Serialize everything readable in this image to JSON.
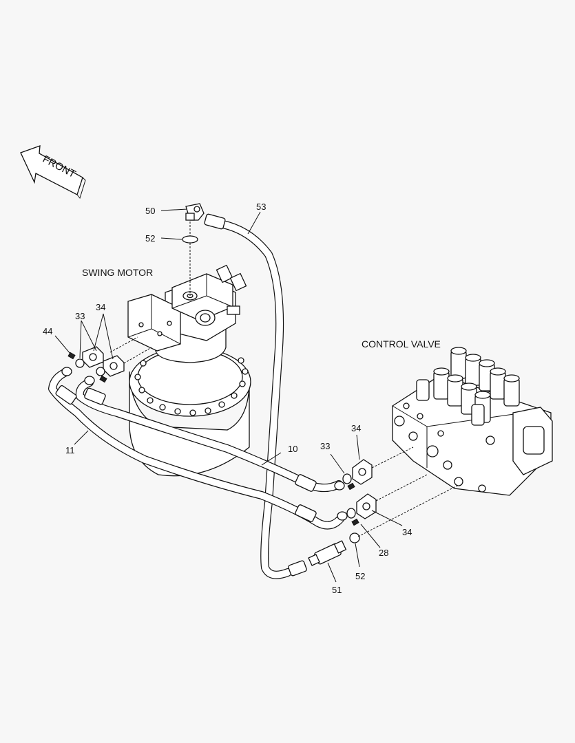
{
  "diagram": {
    "front_label": "FRONT",
    "captions": {
      "swing_motor": "SWING MOTOR",
      "control_valve": "CONTROL VALVE"
    },
    "callouts": {
      "c50": "50",
      "c52_top": "52",
      "c53": "53",
      "c44": "44",
      "c33_left": "33",
      "c34_left": "34",
      "c11": "11",
      "c10": "10",
      "c33_right": "33",
      "c34_upper": "34",
      "c34_lower": "34",
      "c28": "28",
      "c52_bottom": "52",
      "c51": "51"
    }
  }
}
